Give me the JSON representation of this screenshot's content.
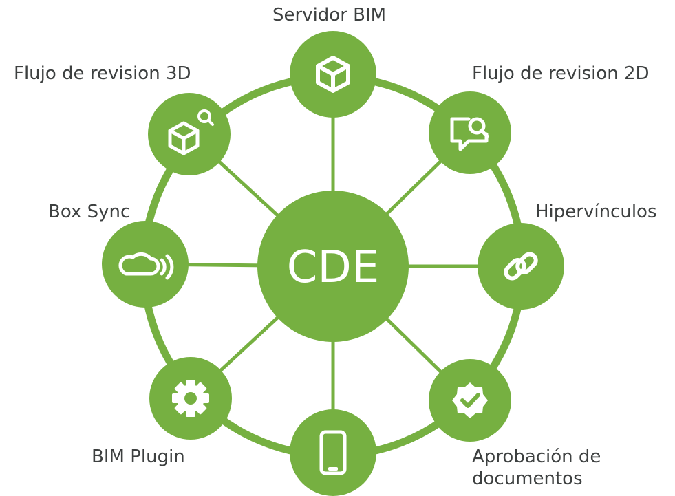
{
  "diagram": {
    "center_label": "CDE",
    "nodes": [
      {
        "id": "bim-server",
        "label": "Servidor BIM",
        "icon": "cube-icon"
      },
      {
        "id": "review-2d",
        "label": "Flujo de revision 2D",
        "icon": "comment-search-icon"
      },
      {
        "id": "hyperlinks",
        "label": "Hipervínculos",
        "icon": "link-icon"
      },
      {
        "id": "doc-approval",
        "label_line1": "Aprobación de",
        "label_line2": "documentos",
        "icon": "badge-check-icon"
      },
      {
        "id": "mobile",
        "label": "",
        "icon": "smartphone-icon"
      },
      {
        "id": "bim-plugin",
        "label": "BIM Plugin",
        "icon": "gear-icon"
      },
      {
        "id": "box-sync",
        "label": "Box Sync",
        "icon": "cloud-sync-icon"
      },
      {
        "id": "review-3d",
        "label": "Flujo de revision 3D",
        "icon": "cube-search-icon"
      }
    ],
    "colors": {
      "node": "#76b041",
      "ring": "#76b041",
      "icon": "#ffffff",
      "text": "#3d4040"
    }
  }
}
